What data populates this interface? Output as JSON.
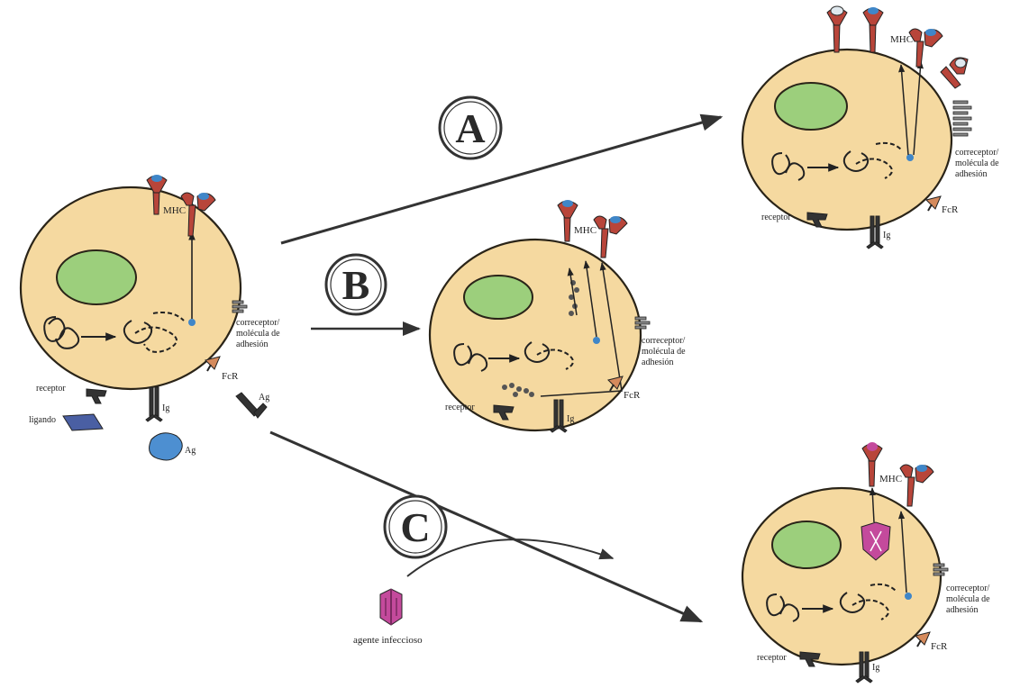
{
  "letters": {
    "a": "A",
    "b": "B",
    "c": "C"
  },
  "labels": {
    "mhc": "MHC",
    "coreceptor_short": "correceptor/",
    "adhesion_molecule_short": "molécula de",
    "adhesion_word": "adhesión",
    "receptor": "receptor",
    "ig": "Ig",
    "fcr": "FcR",
    "ligand": "ligando",
    "ag": "Ag",
    "infectious_agent": "agente infeccioso"
  },
  "colors": {
    "cell_fill": "#f5d9a0",
    "cell_stroke": "#2a2418",
    "nucleus_fill": "#9ccf7c",
    "mhc_stem": "#b8453a",
    "peptide": "#3f86c8",
    "ligand": "#4a5fa3",
    "antigen": "#4d8fd1",
    "fcr": "#d58a5c",
    "infectious": "#c44a9c",
    "arrow": "#333333"
  },
  "icons": [
    "mhc-molecule-icon",
    "coreceptor-icon",
    "receptor-icon",
    "ig-icon",
    "fcr-icon",
    "ligand-icon",
    "antigen-icon",
    "infectious-agent-icon"
  ]
}
